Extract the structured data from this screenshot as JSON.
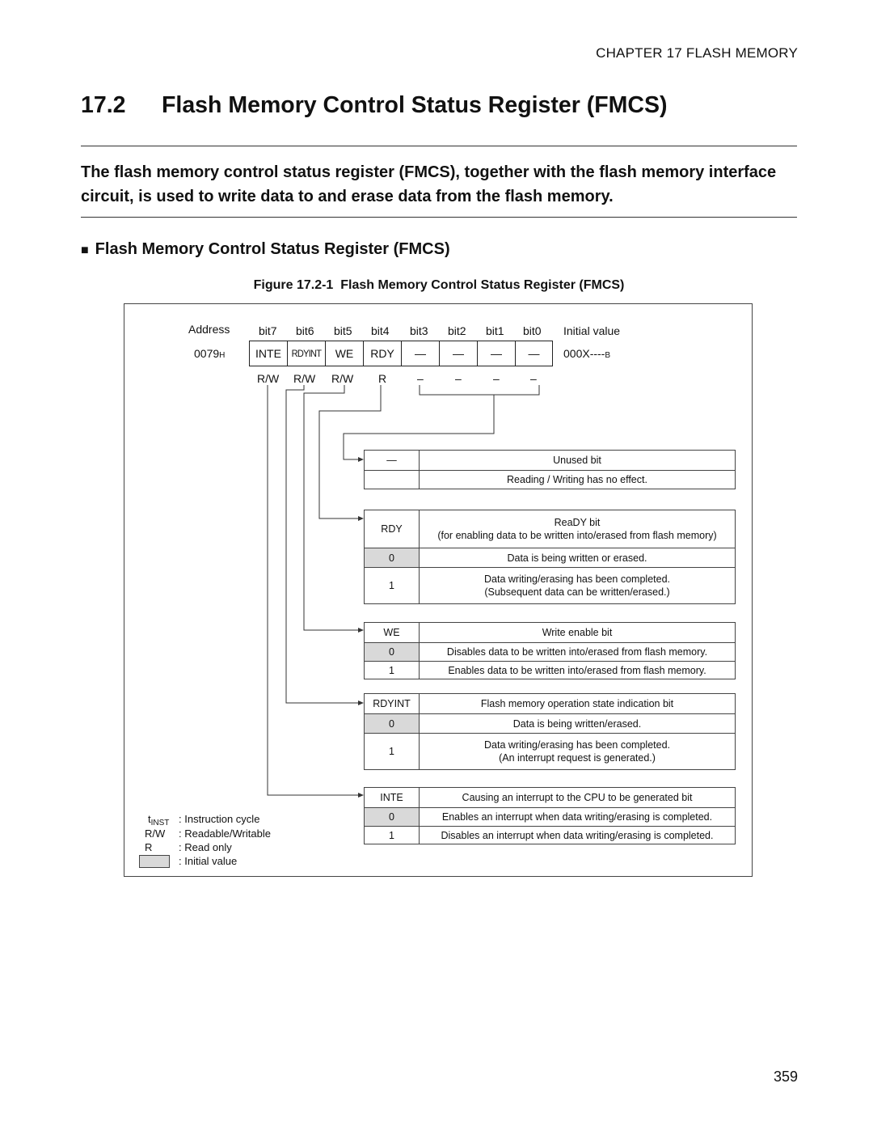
{
  "header": {
    "chapter": "CHAPTER 17  FLASH MEMORY"
  },
  "section": {
    "number": "17.2",
    "title": "Flash Memory Control Status Register (FMCS)"
  },
  "summary": "The flash memory control status register (FMCS), together with the flash memory interface circuit, is used to write data to and erase data from the flash memory.",
  "subheading": {
    "bullet": "■",
    "text": "Flash Memory Control Status Register (FMCS)"
  },
  "figure": {
    "caption_num": "Figure 17.2-1",
    "caption_text": "Flash Memory Control Status Register (FMCS)",
    "address_label": "Address",
    "address_value": "0079",
    "address_suffix": "H",
    "bits": [
      "bit7",
      "bit6",
      "bit5",
      "bit4",
      "bit3",
      "bit2",
      "bit1",
      "bit0"
    ],
    "initial_label": "Initial value",
    "initial_value": "000X----",
    "initial_suffix": "B",
    "cells": [
      "INTE",
      "RDYINT",
      "WE",
      "RDY",
      "—",
      "—",
      "—",
      "—"
    ],
    "access": [
      "R/W",
      "R/W",
      "R/W",
      "R",
      "–",
      "–",
      "–",
      "–"
    ],
    "unused": {
      "symbol": "—",
      "title": "Unused bit",
      "desc": "Reading / Writing has no effect."
    },
    "rdy": {
      "name": "RDY",
      "title": "ReaDY bit",
      "subtitle": "(for enabling data to be written into/erased from flash memory)",
      "rows": [
        {
          "value": "0",
          "desc": "Data is being written or erased."
        },
        {
          "value": "1",
          "desc": "Data writing/erasing has been completed.",
          "desc2": "(Subsequent data can be written/erased.)"
        }
      ]
    },
    "we": {
      "name": "WE",
      "title": "Write enable bit",
      "rows": [
        {
          "value": "0",
          "desc": "Disables data to be written into/erased from flash memory."
        },
        {
          "value": "1",
          "desc": "Enables data to be written into/erased from flash memory."
        }
      ]
    },
    "rdyint": {
      "name": "RDYINT",
      "title": "Flash memory operation state indication bit",
      "rows": [
        {
          "value": "0",
          "desc": "Data is being written/erased."
        },
        {
          "value": "1",
          "desc": "Data writing/erasing has been completed.",
          "desc2": "(An interrupt request is generated.)"
        }
      ]
    },
    "inte": {
      "name": "INTE",
      "title": "Causing an interrupt to the CPU to be generated bit",
      "rows": [
        {
          "value": "0",
          "desc": "Enables an interrupt when data writing/erasing is completed."
        },
        {
          "value": "1",
          "desc": "Disables an interrupt when data writing/erasing is completed."
        }
      ]
    },
    "legend": {
      "tinst_sym": "t",
      "tinst_sub": "INST",
      "tinst_desc": ":  Instruction cycle",
      "rw_sym": "R/W",
      "rw_desc": ":  Readable/Writable",
      "r_sym": "R",
      "r_desc": ": Read only",
      "init_desc": ":  Initial value"
    }
  },
  "page_number": "359"
}
